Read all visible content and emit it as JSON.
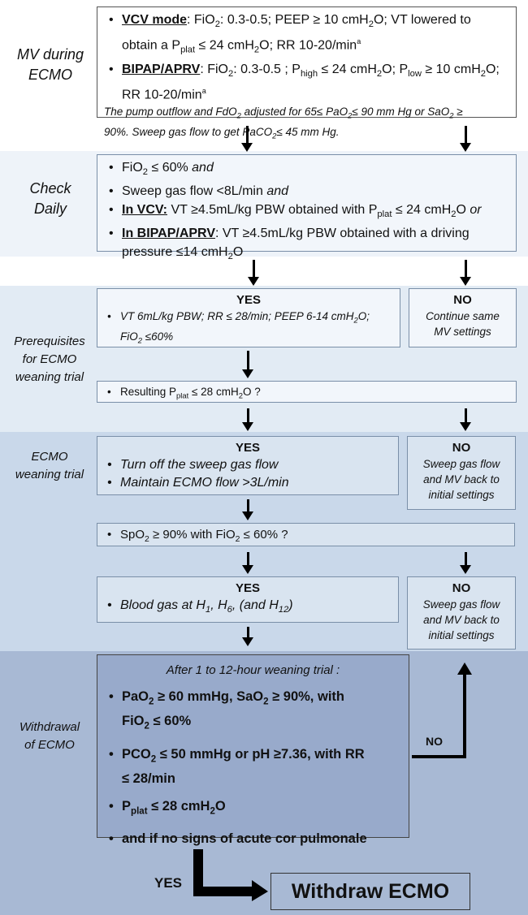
{
  "s1": {
    "side": [
      "MV during",
      "ECMO"
    ],
    "vcv_label": "VCV mode",
    "vcv_text1": ": FiO",
    "vcv_text2": ": 0.3-0.5; PEEP ≥ 10 cmH",
    "vcv_text3": "O; VT lowered to",
    "vcv_text4": "obtain a P",
    "vcv_text5": " ≤ 24 cmH",
    "vcv_text6": "O; RR 10-20/min",
    "bipap_label": "BIPAP/APRV",
    "bipap_text1": ": FiO",
    "bipap_text2": ": 0.3-0.5 ; P",
    "bipap_text3": " ≤ 24 cmH",
    "bipap_text4": "O; P",
    "bipap_text5": " ≥ 10 cmH",
    "bipap_text6": "O;",
    "bipap_text7": "RR 10-20/min",
    "note1": "The pump outflow and FdO",
    "note2": " adjusted for 65≤ PaO",
    "note3": "≤ 90 mm Hg or SaO",
    "note4": " ≥",
    "note5": "90%. Sweep gas flow to get PaCO",
    "note6": "≤ 45 mm Hg.",
    "sup_a": "a",
    "sub_2": "2",
    "sub_plat": "plat",
    "sub_high": "high",
    "sub_low": "low"
  },
  "s2": {
    "side": [
      "Check",
      "Daily"
    ],
    "i1a": "FiO",
    "i1b": " ≤ 60% ",
    "i1c": "and",
    "i2a": "Sweep gas flow <8L/min ",
    "i2b": "and",
    "i3a": "In VCV:",
    "i3b": " VT ≥4.5mL/kg PBW obtained with P",
    "i3c": " ≤ 24 cmH",
    "i3d": "O ",
    "i3e": "or",
    "i4a": "In BIPAP/APRV",
    "i4b": ": VT ≥4.5mL/kg PBW obtained with a driving pressure ≤14 cmH",
    "i4c": "O"
  },
  "s3": {
    "side": [
      "Prerequisites",
      "for ECMO",
      "weaning trial"
    ],
    "yes": "YES",
    "yes_item1": "VT 6mL/kg PBW; RR ≤ 28/min; PEEP 6-14 cmH",
    "yes_item1b": "O;",
    "yes_item2": "FiO",
    "yes_item2b": " ≤60%",
    "no": "NO",
    "no_text": [
      "Continue same",
      "MV settings"
    ],
    "q1": "Resulting P",
    "q1b": " ≤ 28 cmH",
    "q1c": "O ?"
  },
  "s4": {
    "side": [
      "ECMO",
      "weaning trial"
    ],
    "yes": "YES",
    "item1": "Turn off  the sweep gas flow",
    "item2": "Maintain ECMO flow >3L/min",
    "no": "NO",
    "no_text": [
      "Sweep gas flow",
      "and MV back to",
      "initial settings"
    ],
    "q1": "SpO",
    "q1b": " ≥ 90% with FiO",
    "q1c": " ≤ 60% ?",
    "yes2": "YES",
    "blood": "Blood gas at H",
    "blood_b": ", H",
    "blood_c": ", (and H",
    "blood_d": ")",
    "h1": "1",
    "h6": "6",
    "h12": "12",
    "no2": "NO",
    "no2_text": [
      "Sweep gas flow",
      "and MV back to",
      "initial settings"
    ]
  },
  "s5": {
    "side": [
      "Withdrawal",
      "of ECMO"
    ],
    "header": "After 1 to 12-hour weaning trial :",
    "c1a": "PaO",
    "c1b": " ≥ 60 mmHg, SaO",
    "c1c": " ≥ 90%, with",
    "c1d": "FiO",
    "c1e": " ≤ 60%",
    "c2a": "PCO",
    "c2b": " ≤ 50 mmHg or pH ≥7.36, with RR",
    "c2c": "≤ 28/min",
    "c3a": "P",
    "c3b": " ≤ 28 cmH",
    "c3c": "O",
    "c4": "and if no signs of acute cor pulmonale",
    "no": "NO",
    "yes": "YES",
    "withdraw": "Withdraw ECMO"
  },
  "colors": {
    "band1": "#ffffff",
    "band2": "#eef3f9",
    "band3": "#e2ebf4",
    "band4": "#c9d8ea",
    "band5": "#a8b9d4",
    "arrow": "#000000"
  }
}
